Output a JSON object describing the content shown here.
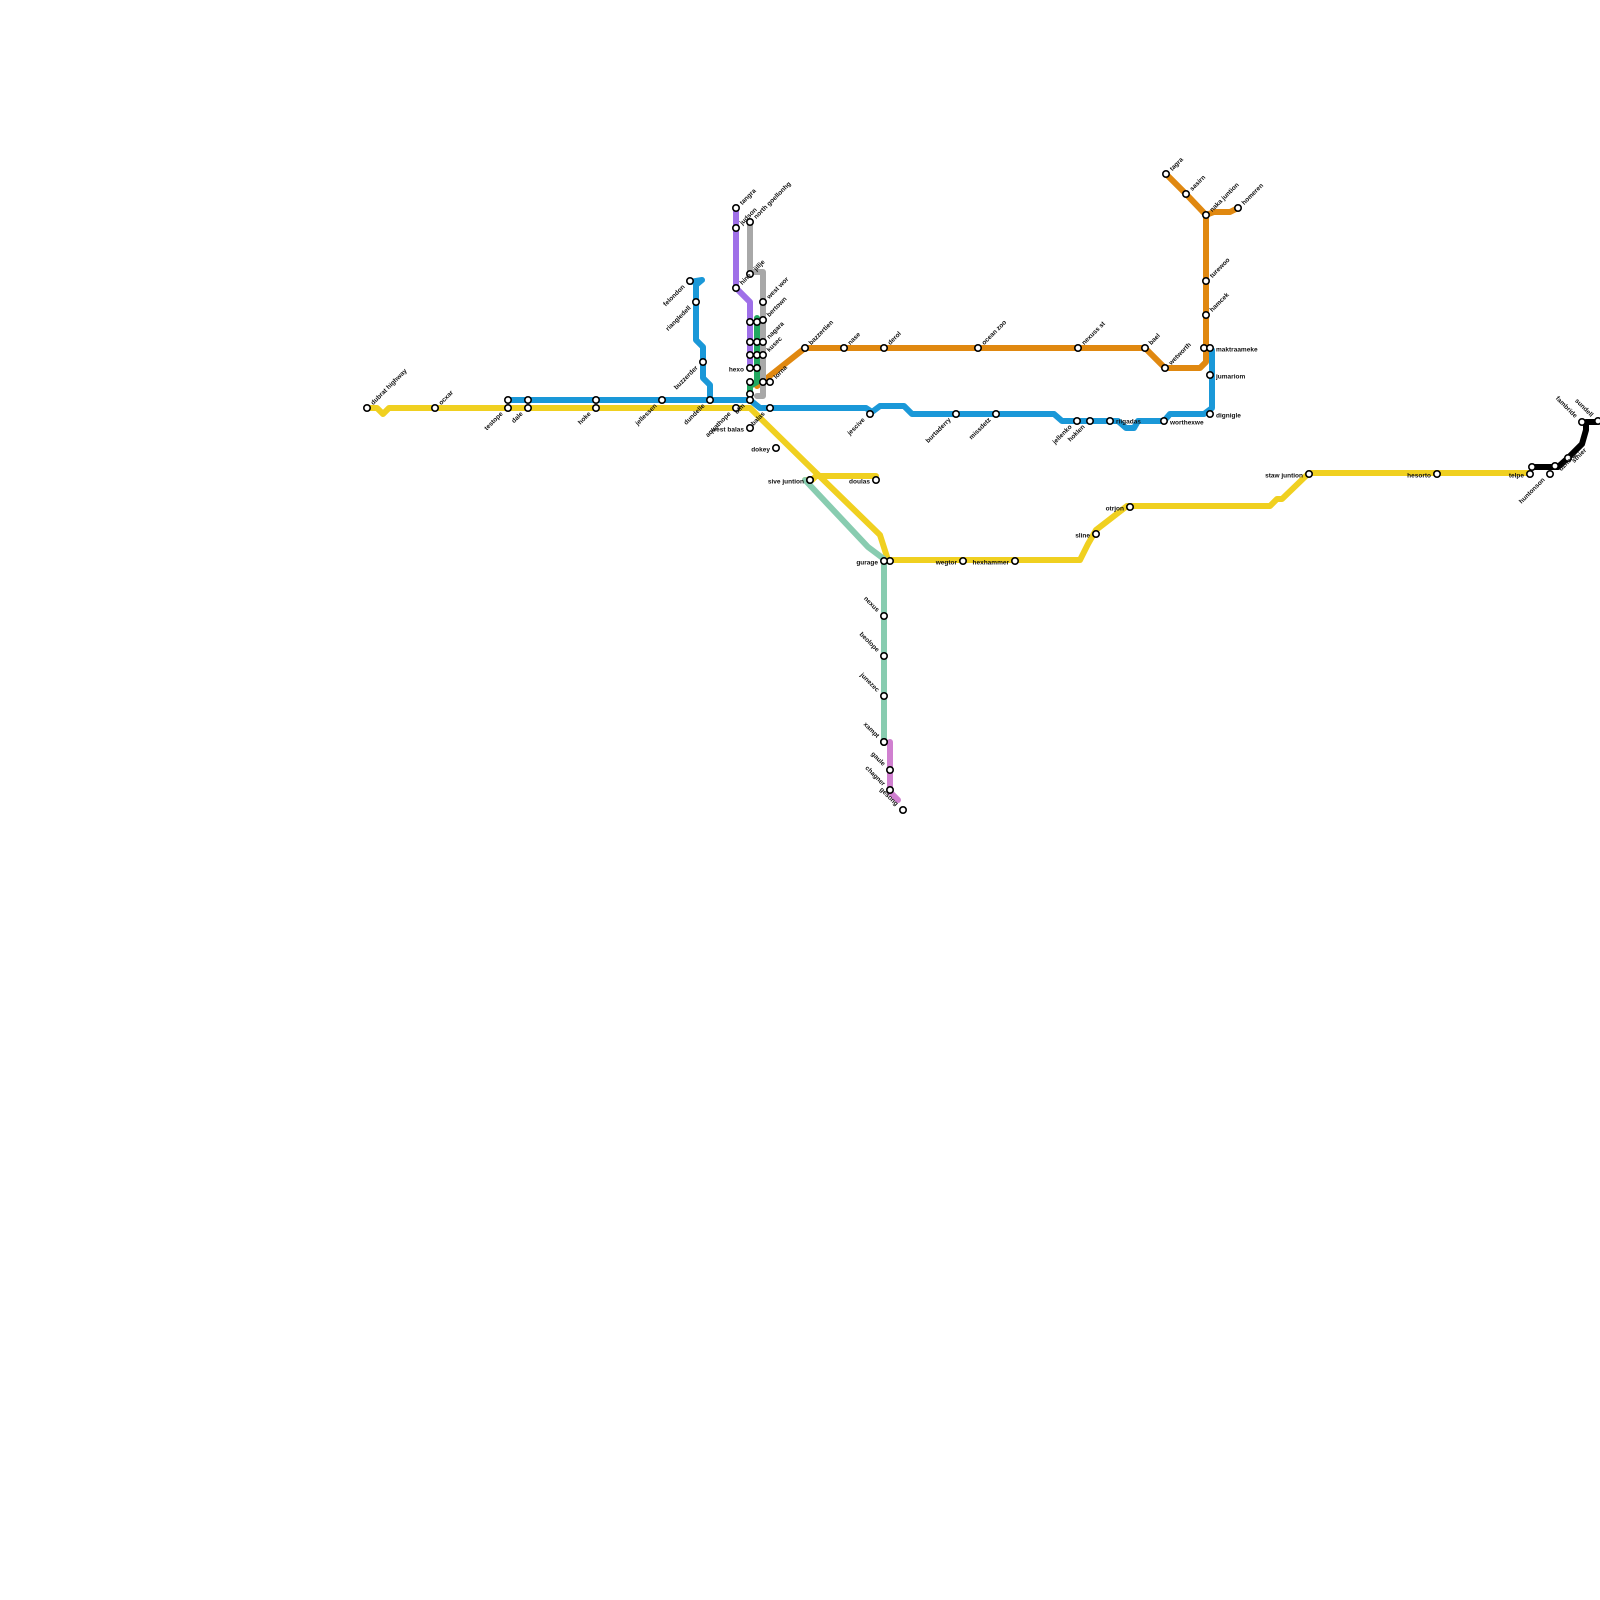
{
  "lines": [
    {
      "id": "yellow",
      "color": "#f0d020"
    },
    {
      "id": "blue",
      "color": "#1a98d8"
    },
    {
      "id": "orange",
      "color": "#e08810"
    },
    {
      "id": "purple",
      "color": "#9f70e8"
    },
    {
      "id": "gray",
      "color": "#a8a8a8"
    },
    {
      "id": "green",
      "color": "#20a860"
    },
    {
      "id": "teal",
      "color": "#88ccb0"
    },
    {
      "id": "pink",
      "color": "#d080d0"
    },
    {
      "id": "black",
      "color": "#000000"
    }
  ],
  "stations": [
    "dubrat highway",
    "ocxar",
    "testope",
    "dale",
    "hoke",
    "jellessen",
    "dundelle",
    "ulm",
    "aquathope",
    "west balas",
    "balas",
    "dokey",
    "sive juntion",
    "doulas",
    "gurage",
    "wegtor",
    "hexhammer",
    "sline",
    "otrjon",
    "staw juntion",
    "hesorto",
    "telpe",
    "huntonson",
    "dzherie",
    "sthier",
    "fambride",
    "sundell",
    "felondon",
    "riangledell",
    "buzzerder",
    "jescive",
    "burtaderry",
    "missdetz",
    "jellenko",
    "hoklen",
    "riigadas",
    "worthexwe",
    "dignigle",
    "jumariom",
    "maktraameke",
    "tangra",
    "judson",
    "north goellonhg",
    "hine",
    "jillje",
    "west wor",
    "bertown",
    "nagara",
    "kusec",
    "hexo",
    "lorna",
    "bazzertien",
    "nase",
    "derol",
    "ocean zoo",
    "nexuss st",
    "bael",
    "wetworth",
    "tagra",
    "sasirn",
    "naka juntion",
    "homeren",
    "turewoo",
    "hamcek",
    "nexus",
    "beolope",
    "junezec",
    "xampt",
    "gaule",
    "chagner",
    "gesong"
  ]
}
